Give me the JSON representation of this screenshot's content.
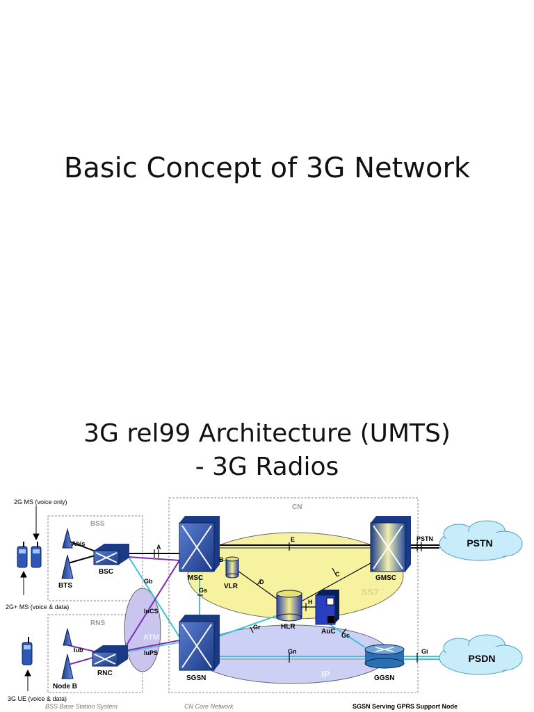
{
  "slide1": {
    "title": "Basic Concept of 3G Network"
  },
  "slide2": {
    "title_line1": "3G rel99 Architecture (UMTS)",
    "title_line2": "- 3G Radios"
  },
  "diagram": {
    "groups": {
      "bss": "BSS",
      "rns": "RNS",
      "cn": "CN",
      "ss7": "SS7",
      "atm": "ATM",
      "ip": "IP"
    },
    "devices": {
      "ms2g": "2G MS (voice only)",
      "ms2gplus": "2G+ MS (voice & data)",
      "ue3g": "3G UE (voice & data)"
    },
    "nodes": {
      "bts": "BTS",
      "bsc": "BSC",
      "nodeb": "Node B",
      "rnc": "RNC",
      "msc": "MSC",
      "vlr": "VLR",
      "hlr": "HLR",
      "auc": "AuC",
      "gmsc": "GMSC",
      "sgsn": "SGSN",
      "ggsn": "GGSN",
      "pstn": "PSTN",
      "psdn": "PSDN"
    },
    "interfaces": {
      "abis": "Abis",
      "a": "A",
      "gb": "Gb",
      "iucs": "IuCS",
      "iups": "IuPS",
      "iub": "Iub",
      "b": "B",
      "e": "E",
      "c": "C",
      "d": "D",
      "h": "H",
      "gs": "Gs",
      "gr": "Gr",
      "gc": "Gc",
      "gn": "Gn",
      "gi": "Gi",
      "pstn_if": "PSTN"
    },
    "legend": {
      "bss": "BSS  Base Station System",
      "cn": "CN  Core Network",
      "sgsn": "SGSN  Serving GPRS Support Node"
    },
    "colors": {
      "ss7": "#f7f2a0",
      "ip": "#cdd0f5",
      "atm": "#c9c5ee",
      "cloud": "#c8ecfa",
      "switch": "#2a4fa0",
      "link_cyan": "#3ec3d6",
      "link_purple": "#7a2db5"
    }
  }
}
